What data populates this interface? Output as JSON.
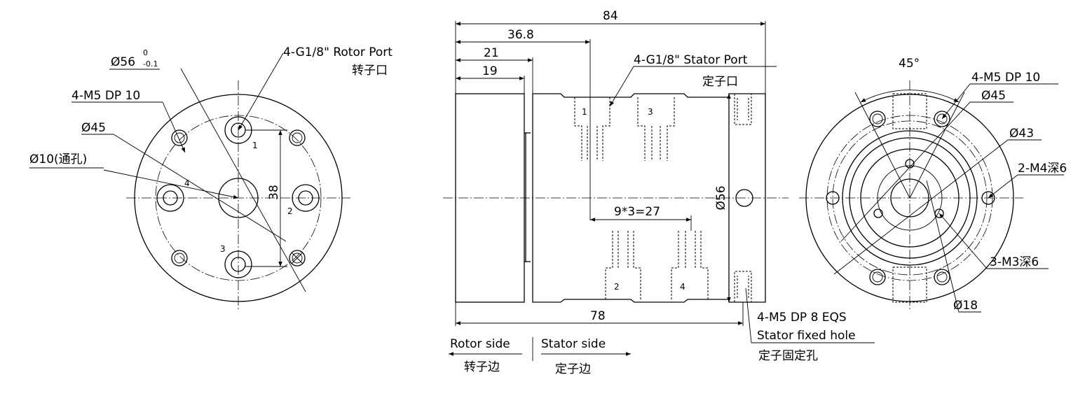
{
  "left_view": {
    "dim_outer": "Ø56",
    "tol_upper": "0",
    "tol_lower": "-0.1",
    "rotor_port": "4-G1/8\"  Rotor Port",
    "rotor_port_cn": "转子口",
    "holes": "4-M5 DP 10",
    "pcd": "Ø45",
    "bore": "Ø10(通孔)",
    "dim_38": "38",
    "port_nums": [
      "1",
      "2",
      "3",
      "4"
    ]
  },
  "middle_view": {
    "dim_84": "84",
    "dim_36_8": "36.8",
    "dim_21": "21",
    "dim_19": "19",
    "stator_port": "4-G1/8\" Stator Port",
    "stator_port_cn": "定子口",
    "pitch": "9*3=27",
    "dim_56": "Ø56",
    "dim_78": "78",
    "port_nums": [
      "1",
      "3",
      "2",
      "4"
    ],
    "fixed_hole": "4-M5 DP 8 EQS",
    "fixed_hole_en": "Stator fixed hole",
    "fixed_hole_cn": "定子固定孔",
    "rotor_side": "Rotor side",
    "rotor_side_cn": "转子边",
    "stator_side": "Stator side",
    "stator_side_cn": "定子边"
  },
  "right_view": {
    "angle": "45°",
    "holes": "4-M5 DP 10",
    "pcd45": "Ø45",
    "pcd43": "Ø43",
    "m4": "2-M4深6",
    "m3": "3-M3深6",
    "d18": "Ø18"
  }
}
